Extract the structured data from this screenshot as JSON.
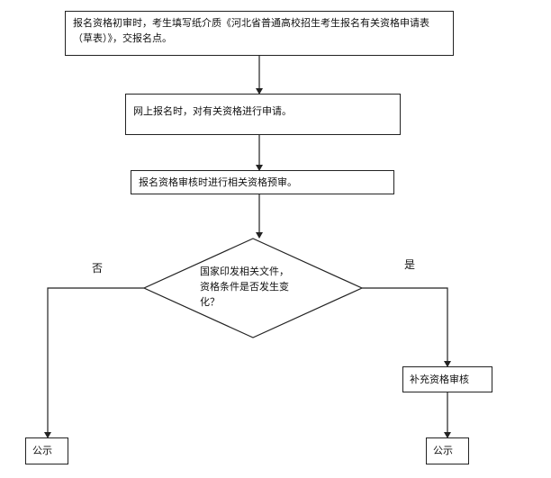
{
  "diagram": {
    "step1": "报名资格初审时，考生填写纸介质《河北省普通高校招生考生报名有关资格申请表（草表）》，交报名点。",
    "step2": "网上报名时，对有关资格进行申请。",
    "step3": "报名资格审核时进行相关资格预审。",
    "decision": {
      "line1": "国家印发相关文件，",
      "line2": "资格条件是否发生变",
      "line3": "化？"
    },
    "no_label": "否",
    "yes_label": "是",
    "supplement": "补充资格审核",
    "publish_left": "公示",
    "publish_right": "公示"
  }
}
